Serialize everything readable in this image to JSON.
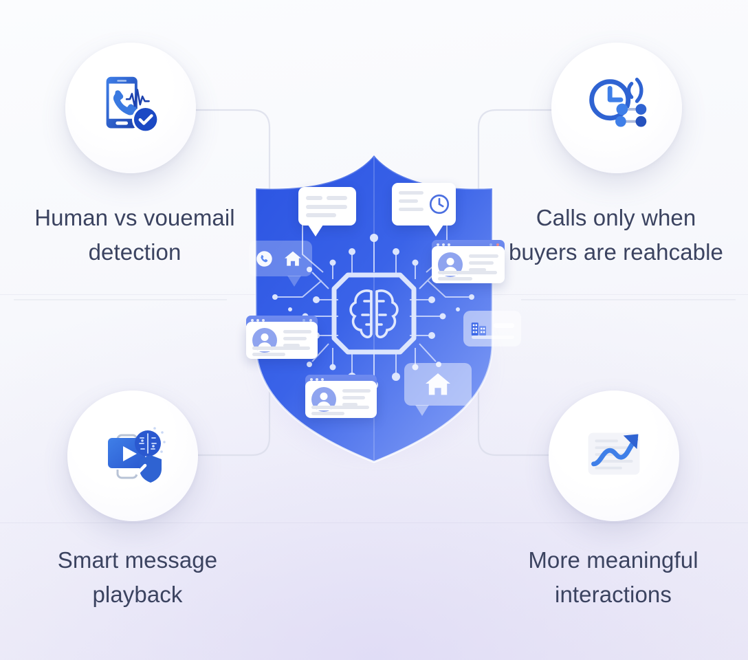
{
  "page": {
    "background_color": "#f5f6fb",
    "accent_color": "#2f58e0",
    "accent_color_light": "#5d8bf4",
    "text_color": "#3b4360"
  },
  "center": {
    "name": "ai-shield",
    "core_icon": "brain-chip-icon",
    "shield_gradient_from": "#2f58e0",
    "shield_gradient_to": "#7f9df6",
    "cards": [
      {
        "name": "message-bubble-card",
        "icon": "none",
        "lines": 3
      },
      {
        "name": "scheduled-message-bubble-card",
        "icon": "clock-icon",
        "lines": 3
      },
      {
        "name": "call-property-bubble",
        "icons": "phone-circle-icon, home-icon"
      },
      {
        "name": "contact-window-card-right",
        "icon": "avatar-icon",
        "lines": 4
      },
      {
        "name": "contact-window-card-left",
        "icon": "avatar-icon",
        "lines": 4
      },
      {
        "name": "contact-window-card-bottom",
        "icon": "avatar-icon",
        "lines": 4
      },
      {
        "name": "property-bubble-card",
        "icon": "home-icon"
      },
      {
        "name": "building-card",
        "icon": "building-icon"
      }
    ]
  },
  "features": [
    {
      "id": "human-vs-voicemail",
      "label": "Human vs vouemail\ndetection",
      "icon": "phone-waveform-check-icon",
      "position": "top-left"
    },
    {
      "id": "calls-when-reachable",
      "label": "Calls only when\nbuyers are reahcable",
      "icon": "clock-signal-icon",
      "position": "top-right"
    },
    {
      "id": "smart-message-playback",
      "label": "Smart message\nplayback",
      "icon": "play-brain-shield-icon",
      "position": "bottom-left"
    },
    {
      "id": "more-meaningful-interactions",
      "label": "More meaningful\ninteractions",
      "icon": "document-growth-arrow-icon",
      "position": "bottom-right"
    }
  ]
}
